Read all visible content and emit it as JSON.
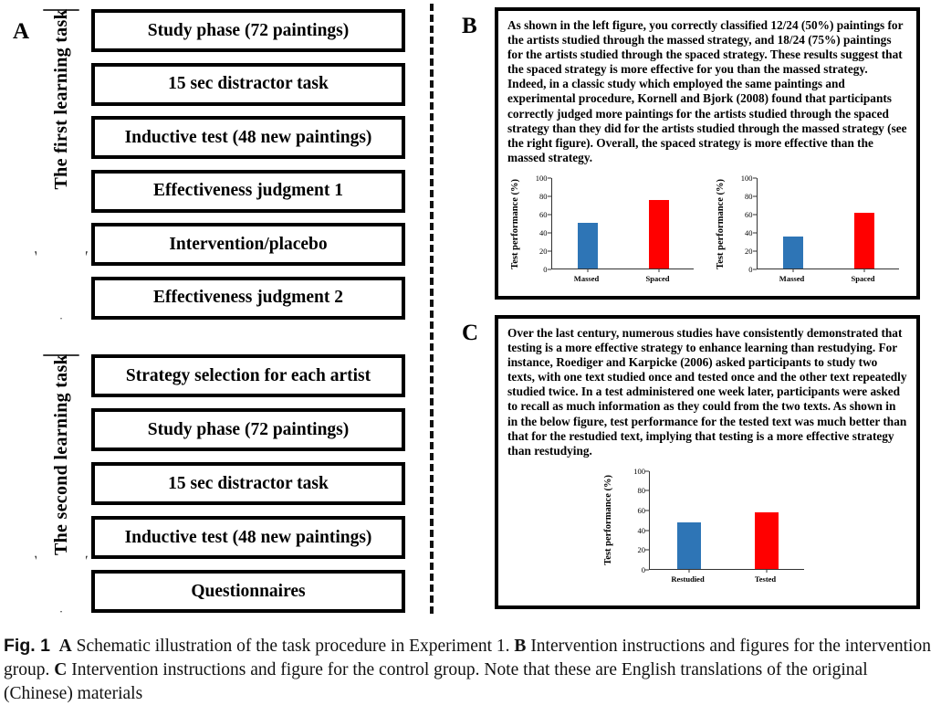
{
  "figure": {
    "panel_a": {
      "letter": "A",
      "groups": [
        {
          "arrow_label": "The first learning task",
          "steps": [
            "Study phase (72 paintings)",
            "15 sec distractor task",
            "Inductive test (48 new paintings)",
            "Effectiveness judgment 1",
            "Intervention/placebo",
            "Effectiveness judgment 2"
          ]
        },
        {
          "arrow_label": "The second learning task",
          "steps": [
            "Strategy selection for each artist",
            "Study phase (72 paintings)",
            "15 sec distractor task",
            "Inductive test (48 new paintings)",
            "Questionnaires"
          ]
        }
      ]
    },
    "panel_b": {
      "letter": "B",
      "paragraph": "As shown in the left figure, you correctly classified 12/24 (50%) paintings for the artists studied through the massed strategy, and 18/24 (75%) paintings for the artists studied through the spaced strategy. These results suggest that the spaced strategy is more effective for you than the massed strategy. Indeed, in a classic study which employed the same paintings and experimental procedure, Kornell and Bjork (2008) found that participants correctly judged more paintings for the artists studied through the spaced strategy than they did for the artists studied through the massed strategy (see the right figure). Overall, the spaced strategy is more effective than the massed strategy."
    },
    "panel_c": {
      "letter": "C",
      "paragraph": "Over the last century, numerous studies have consistently demonstrated that testing is a more effective strategy to enhance learning than restudying. For instance, Roediger and Karpicke (2006) asked participants to study two texts, with one text studied once and tested once and the other text repeatedly studied twice. In a test administered one week later, participants were asked to recall as much information as they could from the two texts. As shown in in the below figure, test performance for the tested text was much better than that for the restudied text, implying that testing is a more effective strategy than restudying."
    }
  },
  "chart_data": [
    {
      "id": "b-left",
      "type": "bar",
      "title": "",
      "xlabel": "",
      "ylabel": "Test performance (%)",
      "categories": [
        "Massed",
        "Spaced"
      ],
      "values": [
        50,
        75
      ],
      "colors": [
        "#2E75B6",
        "#FF0000"
      ],
      "ylim": [
        0,
        100
      ],
      "yticks": [
        0,
        20,
        40,
        60,
        80,
        100
      ],
      "grid": false,
      "legend": "none"
    },
    {
      "id": "b-right",
      "type": "bar",
      "title": "",
      "xlabel": "",
      "ylabel": "Test performance (%)",
      "categories": [
        "Massed",
        "Spaced"
      ],
      "values": [
        35,
        61
      ],
      "colors": [
        "#2E75B6",
        "#FF0000"
      ],
      "ylim": [
        0,
        100
      ],
      "yticks": [
        0,
        20,
        40,
        60,
        80,
        100
      ],
      "grid": false,
      "legend": "none"
    },
    {
      "id": "c-main",
      "type": "bar",
      "title": "",
      "xlabel": "",
      "ylabel": "Test performance (%)",
      "categories": [
        "Restudied",
        "Tested"
      ],
      "values": [
        47,
        57
      ],
      "colors": [
        "#2E75B6",
        "#FF0000"
      ],
      "ylim": [
        0,
        100
      ],
      "yticks": [
        0,
        20,
        40,
        60,
        80,
        100
      ],
      "grid": false,
      "legend": "none"
    }
  ],
  "caption": {
    "figure_number": "Fig. 1",
    "segments": [
      {
        "bold": true,
        "text": "A"
      },
      {
        "bold": false,
        "text": " Schematic illustration of the task procedure in Experiment 1. "
      },
      {
        "bold": true,
        "text": "B"
      },
      {
        "bold": false,
        "text": " Intervention instructions and figures for the intervention group. "
      },
      {
        "bold": true,
        "text": "C"
      },
      {
        "bold": false,
        "text": " Intervention instructions and figure for the control group. Note that these are English translations of the original (Chinese) materials"
      }
    ]
  },
  "colors": {
    "bar_blue": "#2E75B6",
    "bar_red": "#FF0000",
    "border": "#000000",
    "divider": "#111111"
  }
}
